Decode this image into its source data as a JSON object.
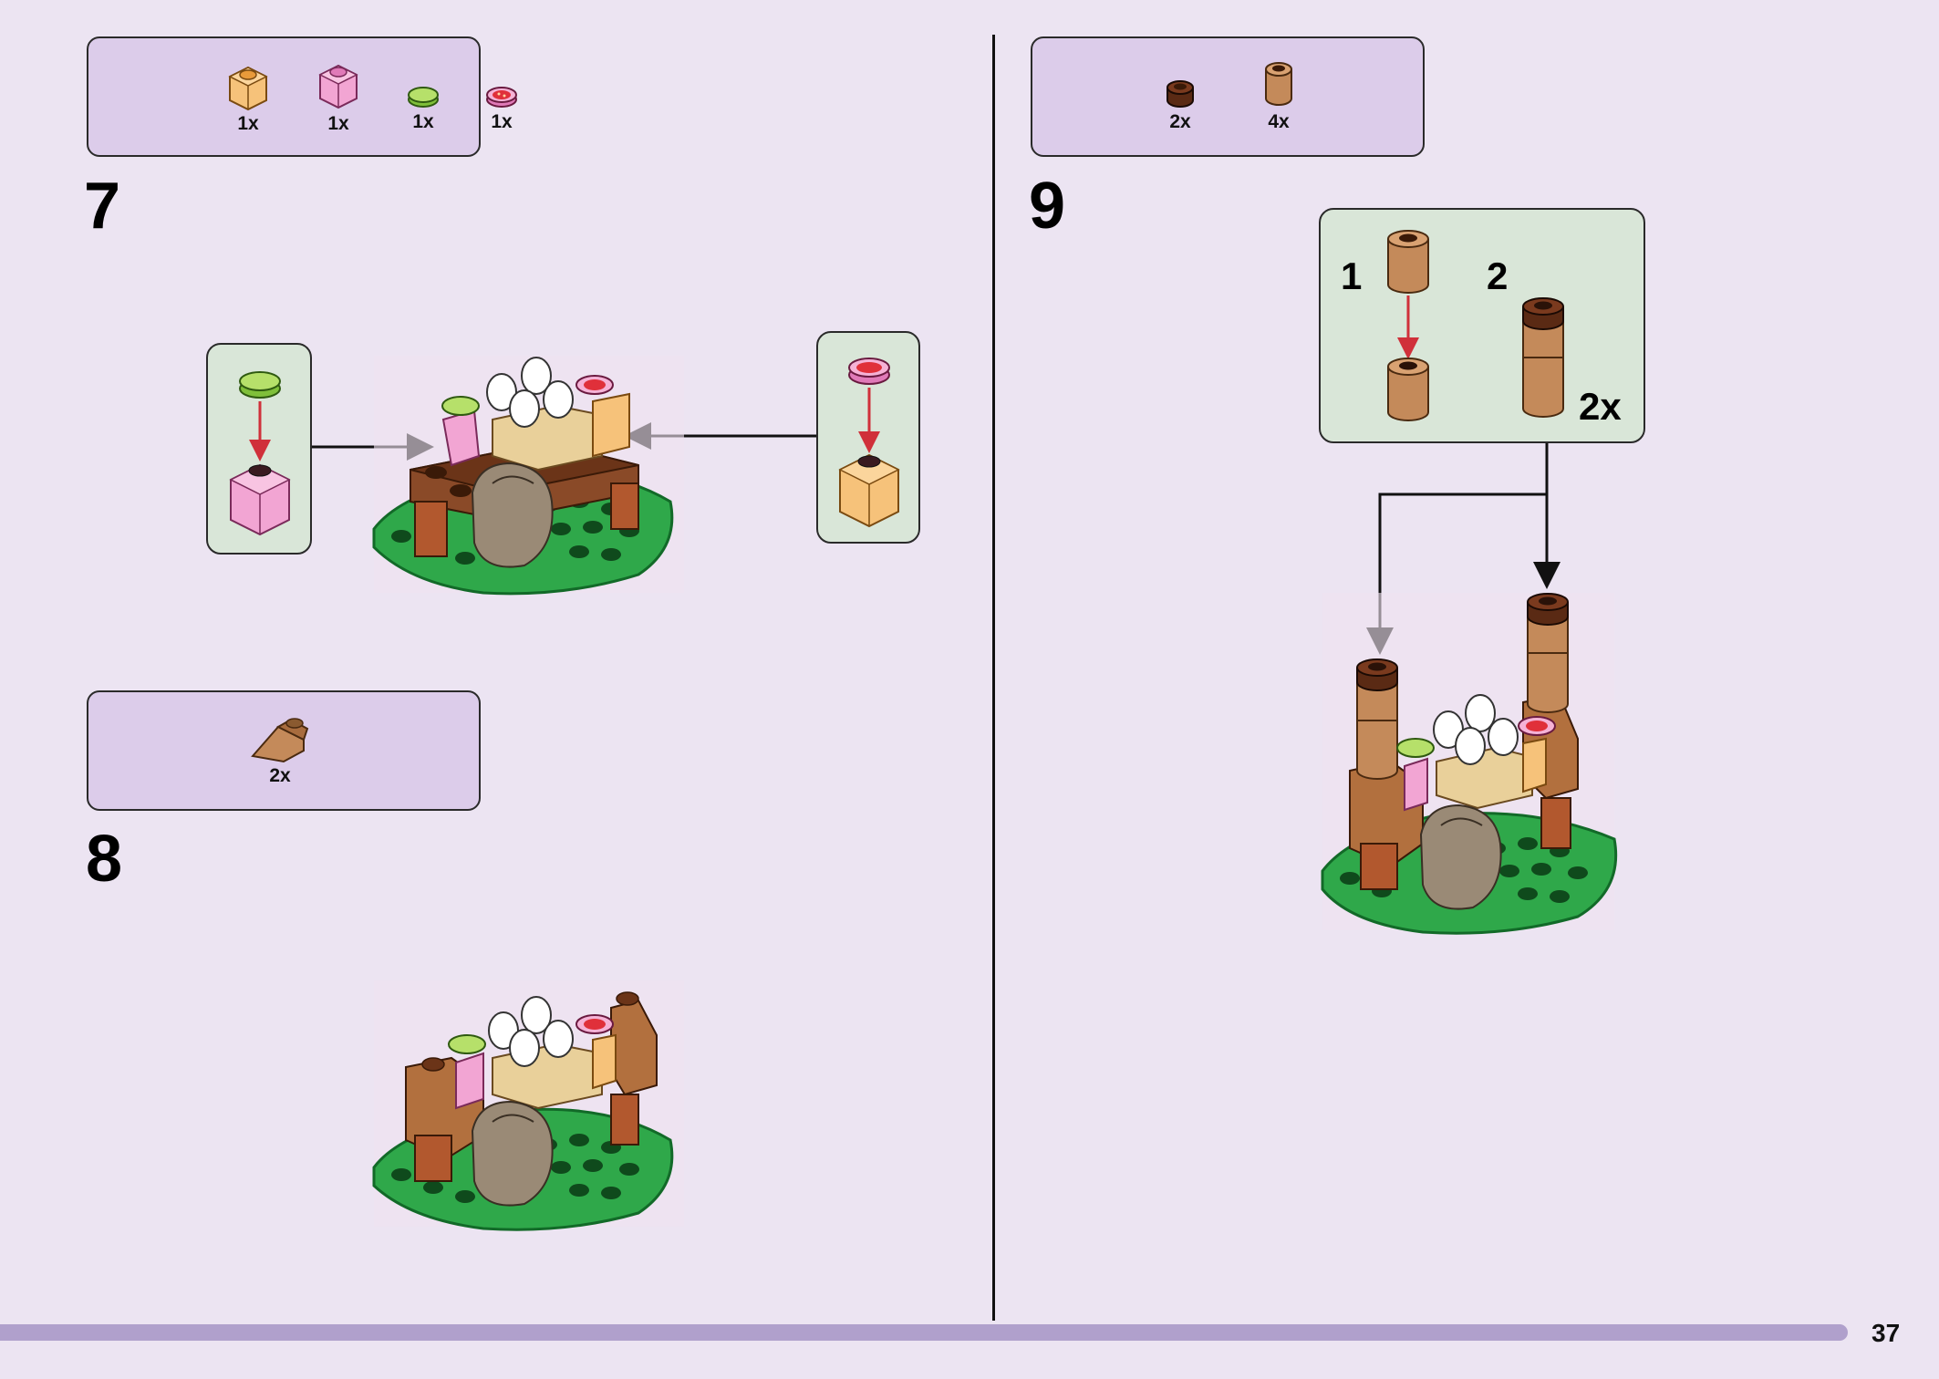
{
  "page_number": "37",
  "steps": [
    {
      "number": "7",
      "parts": [
        {
          "icon": "orange-transparent-brick-icon",
          "qty": "1x"
        },
        {
          "icon": "pink-transparent-brick-icon",
          "qty": "1x"
        },
        {
          "icon": "lime-round-tile-icon",
          "qty": "1x"
        },
        {
          "icon": "pink-printed-round-tile-icon",
          "qty": "1x"
        }
      ]
    },
    {
      "number": "8",
      "parts": [
        {
          "icon": "tan-slope-brick-icon",
          "qty": "2x"
        }
      ]
    },
    {
      "number": "9",
      "parts": [
        {
          "icon": "dark-brown-round-brick-icon",
          "qty": "2x"
        },
        {
          "icon": "light-brown-round-brick-icon",
          "qty": "4x"
        }
      ],
      "substeps": {
        "first": "1",
        "second": "2",
        "multiplier": "2x"
      }
    }
  ],
  "colors": {
    "background": "#ece4f2",
    "parts_box": "#dcccea",
    "callout": "#d9e6d8",
    "progress_bar": "#b0a0cc",
    "baseplate_green": "#2fa84a",
    "brick_brown": "#a0603a",
    "arrow_red": "#d0303a"
  }
}
